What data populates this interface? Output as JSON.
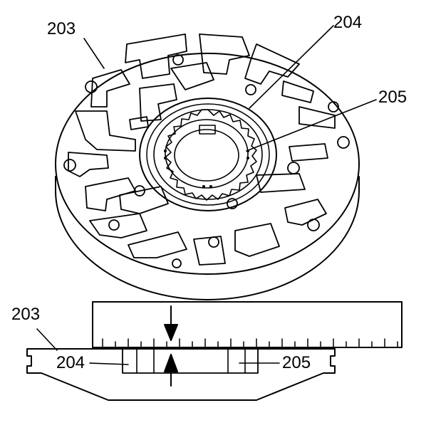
{
  "callouts": {
    "pump_body_top": "203",
    "outer_gear_top": "204",
    "inner_gear_top": "205",
    "pump_body_bottom": "203",
    "outer_gear_bottom": "204",
    "inner_gear_bottom": "205"
  },
  "colors": {
    "ink": "#000000",
    "paper": "#ffffff"
  }
}
